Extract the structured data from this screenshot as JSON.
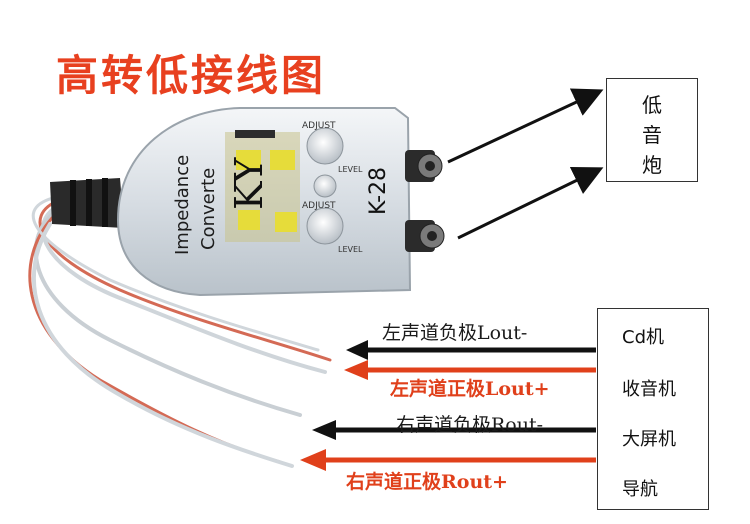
{
  "title": "高转低接线图",
  "device": {
    "model": "K-28",
    "brand": "KY",
    "name_line1": "Impedance",
    "name_line2": "Converte",
    "knob_label": "ADJUST",
    "knob_label2": "LEVEL"
  },
  "subwoofer_box": {
    "lines": [
      "低",
      "音",
      "炮"
    ]
  },
  "source_box": {
    "items": [
      "Cd机",
      "收音机",
      "大屏机",
      "导航"
    ]
  },
  "wire_labels": [
    {
      "text": "左声道负极Lout-",
      "color": "#1b1b1b"
    },
    {
      "text": "左声道正极Lout+",
      "color": "#e0401b"
    },
    {
      "text": "右声道负极Rout-",
      "color": "#1b1b1b"
    },
    {
      "text": "右声道正极Rout+",
      "color": "#e0401b"
    }
  ],
  "colors": {
    "title": "#e8401f",
    "arrow_black": "#111111",
    "arrow_red": "#e0401b"
  }
}
